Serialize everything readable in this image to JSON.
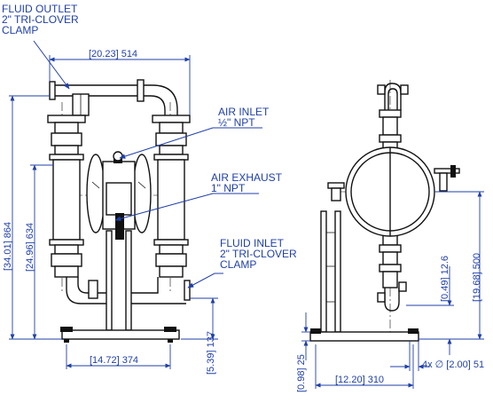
{
  "callouts": {
    "fluid_outlet": "FLUID OUTLET\n2\" TRI-CLOVER\nCLAMP",
    "air_inlet": "AIR INLET\n½\" NPT",
    "air_exhaust": "AIR EXHAUST\n1\" NPT",
    "fluid_inlet": "FLUID INLET\n2\" TRI-CLOVER\nCLAMP"
  },
  "dimensions": {
    "overall_width": "[20.23] 514",
    "overall_height": "[34.01] 864",
    "inlet_outlet_height": "[24.96] 634",
    "base_width": "[14.72] 374",
    "inlet_height": "[5.39] 137",
    "side_height": "[19.68] 500",
    "side_small": "[0.49] 12.6",
    "foot_height": "[0.98] 25",
    "side_base_width": "[12.20] 310",
    "holes": "4x ∅ [2.00] 51"
  },
  "colors": {
    "annotation": "#1f3fa8",
    "linework": "#111111"
  }
}
